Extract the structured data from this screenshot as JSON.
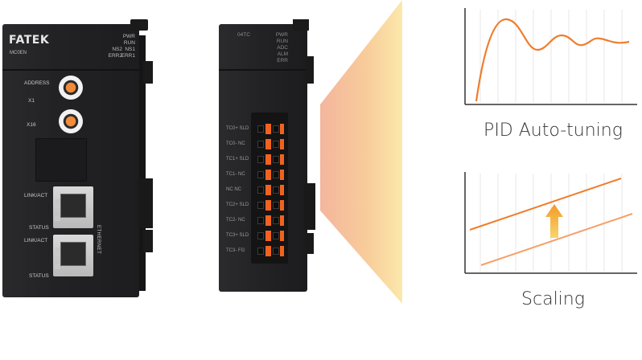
{
  "module1": {
    "brand": "FATEK",
    "model": "MC0EN",
    "leds_col_right": [
      "PWR",
      "RUN",
      "NS1",
      "ERR1"
    ],
    "leds_col_left": [
      "NS2",
      "ERR2"
    ],
    "address_label": "ADDRESS",
    "x1_label": "X1",
    "x16_label": "X16",
    "port1_top_label": "LINK/ACT",
    "port1_bottom_label": "STATUS",
    "port2_top_label": "LINK/ACT",
    "port2_bottom_label": "STATUS",
    "ethernet_label": "ETHERNET"
  },
  "module2": {
    "model": "04TC",
    "leds": [
      "PWR",
      "RUN",
      "ADC",
      "ALM",
      "ERR"
    ],
    "terminals": [
      "TC0+ SLD",
      "TC0- NC",
      "TC1+ SLD",
      "TC1- NC",
      "NC NC",
      "TC2+ SLD",
      "TC2- NC",
      "TC3+ SLD",
      "TC3- FG"
    ]
  },
  "captions": {
    "pid": "PID Auto-tuning",
    "scaling": "Scaling"
  },
  "colors": {
    "accent": "#ef7d2d",
    "accent_light": "#f4a06a",
    "terminal_orange": "#f0631f",
    "arrow_gradient_top": "#f39a2a",
    "arrow_gradient_bottom": "#f8d46a"
  },
  "icons": {
    "scaling_arrow": "up-arrow-icon"
  }
}
